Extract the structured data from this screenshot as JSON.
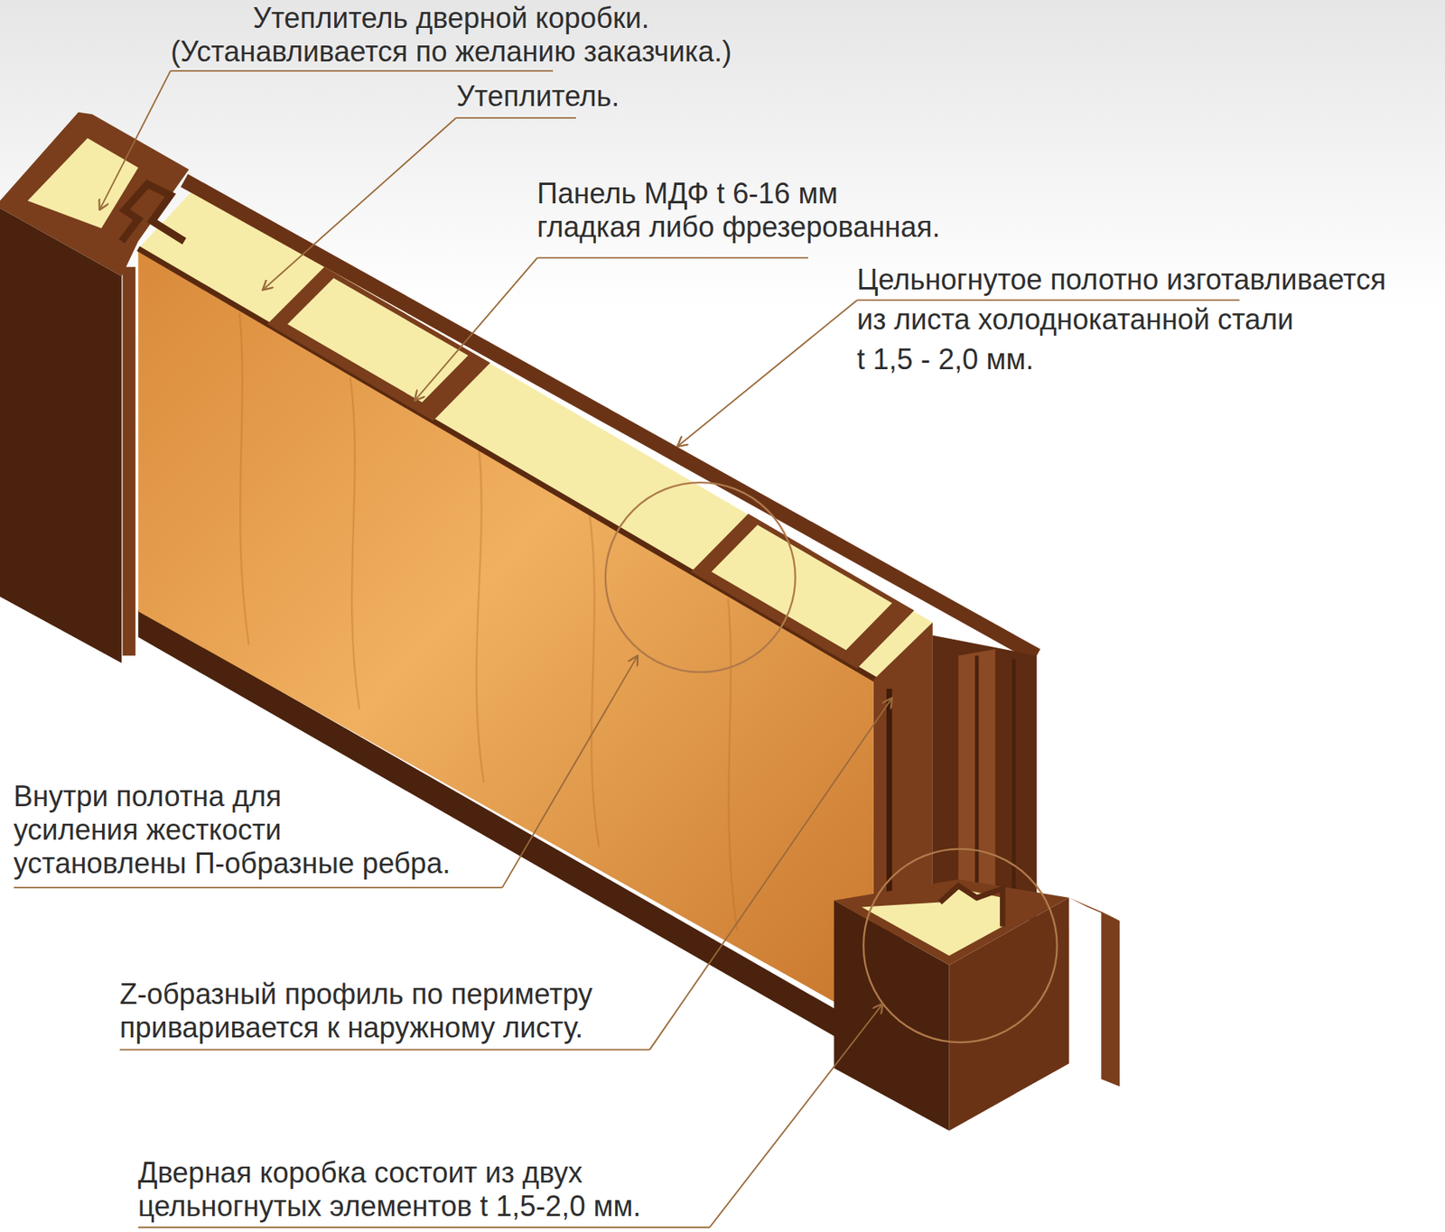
{
  "diagram": {
    "labels": [
      "Утеплитель дверной коробки. (Устанавливается по желанию заказчика.)",
      "Утеплитель.",
      "Панель МДФ t 6-16 мм гладкая либо фрезерованная.",
      "Цельногнутое полотно изготавливается из листа холоднокатанной стали t 1,5 - 2,0 мм.",
      "Внутри полотна для усиления жесткости установлены П-образные ребра.",
      "Z-образный профиль по периметру приваривается к наружному листу.",
      "Дверная коробка состоит из двух цельногнутых элементов t 1,5-2,0 мм."
    ]
  }
}
